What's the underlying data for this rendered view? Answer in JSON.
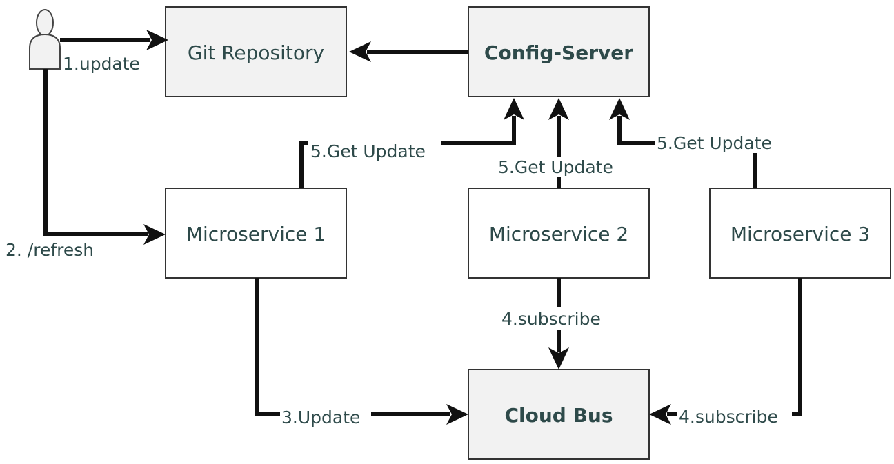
{
  "nodes": {
    "git_repository": "Git Repository",
    "config_server": "Config-Server",
    "microservice_1": "Microservice 1",
    "microservice_2": "Microservice 2",
    "microservice_3": "Microservice 3",
    "cloud_bus": "Cloud Bus"
  },
  "edges": {
    "update": "1.update",
    "refresh": "2. /refresh",
    "update_bus": "3.Update",
    "subscribe_ms2": "4.subscribe",
    "subscribe_ms3": "4.subscribe",
    "get_update_ms1": "5.Get Update",
    "get_update_ms2": "5.Get Update",
    "get_update_ms3": "5.Get Update"
  },
  "colors": {
    "box_fill_gray": "#f2f2f2",
    "box_fill_white": "#ffffff",
    "text": "#2e4a4a",
    "line": "#111111"
  }
}
